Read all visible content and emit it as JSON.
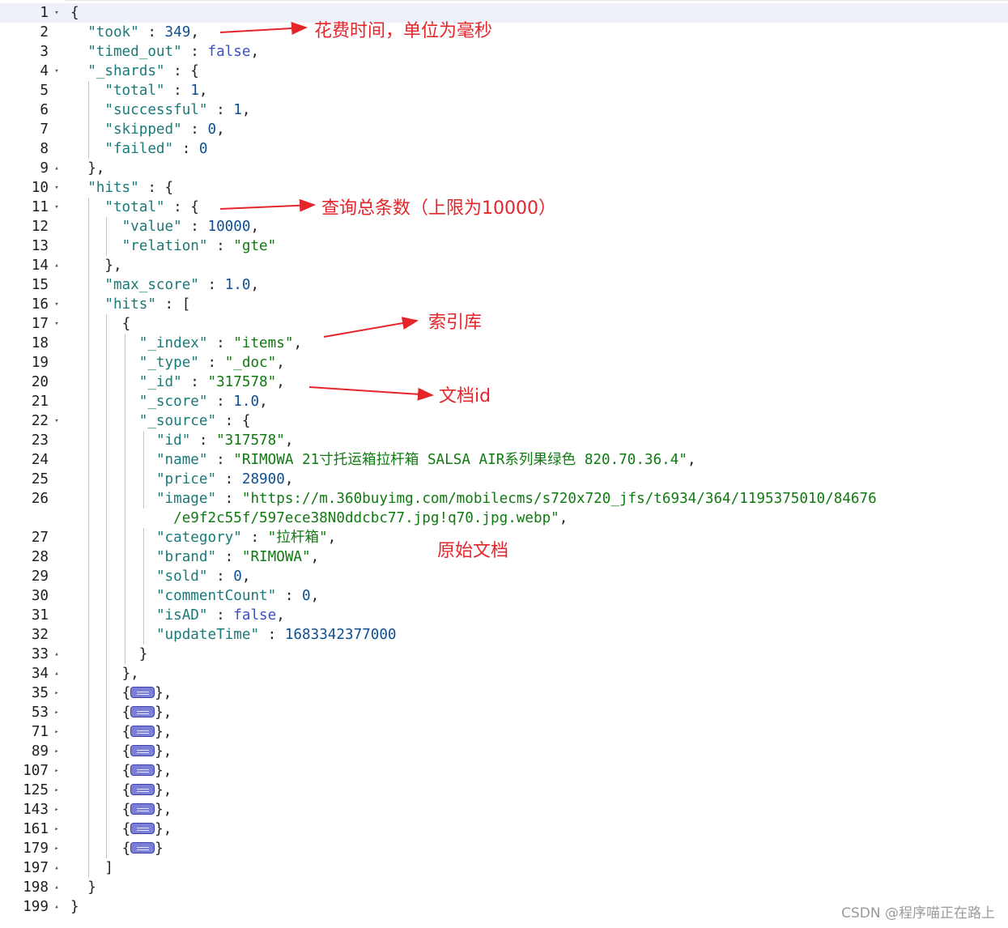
{
  "lines": [
    {
      "ln": "1",
      "fold": "▾",
      "html": "<span class='p'>{</span>"
    },
    {
      "ln": "2",
      "fold": "",
      "html": "  <span class='k'>\"took\"</span><span class='p'> : </span><span class='n'>349</span><span class='p'>,</span>"
    },
    {
      "ln": "3",
      "fold": "",
      "html": "  <span class='k'>\"timed_out\"</span><span class='p'> : </span><span class='b'>false</span><span class='p'>,</span>"
    },
    {
      "ln": "4",
      "fold": "▾",
      "html": "  <span class='k'>\"_shards\"</span><span class='p'> : {</span>"
    },
    {
      "ln": "5",
      "fold": "",
      "html": "    <span class='k'>\"total\"</span><span class='p'> : </span><span class='n'>1</span><span class='p'>,</span>"
    },
    {
      "ln": "6",
      "fold": "",
      "html": "    <span class='k'>\"successful\"</span><span class='p'> : </span><span class='n'>1</span><span class='p'>,</span>"
    },
    {
      "ln": "7",
      "fold": "",
      "html": "    <span class='k'>\"skipped\"</span><span class='p'> : </span><span class='n'>0</span><span class='p'>,</span>"
    },
    {
      "ln": "8",
      "fold": "",
      "html": "    <span class='k'>\"failed\"</span><span class='p'> : </span><span class='n'>0</span>"
    },
    {
      "ln": "9",
      "fold": "▴",
      "html": "  <span class='p'>},</span>"
    },
    {
      "ln": "10",
      "fold": "▾",
      "html": "  <span class='k'>\"hits\"</span><span class='p'> : {</span>"
    },
    {
      "ln": "11",
      "fold": "▾",
      "html": "    <span class='k'>\"total\"</span><span class='p'> : {</span>"
    },
    {
      "ln": "12",
      "fold": "",
      "html": "      <span class='k'>\"value\"</span><span class='p'> : </span><span class='n'>10000</span><span class='p'>,</span>"
    },
    {
      "ln": "13",
      "fold": "",
      "html": "      <span class='k'>\"relation\"</span><span class='p'> : </span><span class='s'>\"gte\"</span>"
    },
    {
      "ln": "14",
      "fold": "▴",
      "html": "    <span class='p'>},</span>"
    },
    {
      "ln": "15",
      "fold": "",
      "html": "    <span class='k'>\"max_score\"</span><span class='p'> : </span><span class='n'>1.0</span><span class='p'>,</span>"
    },
    {
      "ln": "16",
      "fold": "▾",
      "html": "    <span class='k'>\"hits\"</span><span class='p'> : [</span>"
    },
    {
      "ln": "17",
      "fold": "▾",
      "html": "      <span class='p'>{</span>"
    },
    {
      "ln": "18",
      "fold": "",
      "html": "        <span class='k'>\"_index\"</span><span class='p'> : </span><span class='s'>\"items\"</span><span class='p'>,</span>"
    },
    {
      "ln": "19",
      "fold": "",
      "html": "        <span class='k'>\"_type\"</span><span class='p'> : </span><span class='s'>\"_doc\"</span><span class='p'>,</span>"
    },
    {
      "ln": "20",
      "fold": "",
      "html": "        <span class='k'>\"_id\"</span><span class='p'> : </span><span class='s'>\"317578\"</span><span class='p'>,</span>"
    },
    {
      "ln": "21",
      "fold": "",
      "html": "        <span class='k'>\"_score\"</span><span class='p'> : </span><span class='n'>1.0</span><span class='p'>,</span>"
    },
    {
      "ln": "22",
      "fold": "▾",
      "html": "        <span class='k'>\"_source\"</span><span class='p'> : {</span>"
    },
    {
      "ln": "23",
      "fold": "",
      "html": "          <span class='k'>\"id\"</span><span class='p'> : </span><span class='s'>\"317578\"</span><span class='p'>,</span>"
    },
    {
      "ln": "24",
      "fold": "",
      "html": "          <span class='k'>\"name\"</span><span class='p'> : </span><span class='s'>\"RIMOWA 21寸托运箱拉杆箱 SALSA AIR系列果绿色 820.70.36.4\"</span><span class='p'>,</span>"
    },
    {
      "ln": "25",
      "fold": "",
      "html": "          <span class='k'>\"price\"</span><span class='p'> : </span><span class='n'>28900</span><span class='p'>,</span>"
    },
    {
      "ln": "26",
      "fold": "",
      "html": "          <span class='k'>\"image\"</span><span class='p'> : </span><span class='s'>\"https://m.360buyimg.com/mobilecms/s720x720_jfs/t6934/364/1195375010/84676</span>"
    },
    {
      "ln": "",
      "fold": "",
      "html": "            <span class='s'>/e9f2c55f/597ece38N0ddcbc77.jpg!q70.jpg.webp\"</span><span class='p'>,</span>"
    },
    {
      "ln": "27",
      "fold": "",
      "html": "          <span class='k'>\"category\"</span><span class='p'> : </span><span class='s'>\"拉杆箱\"</span><span class='p'>,</span>"
    },
    {
      "ln": "28",
      "fold": "",
      "html": "          <span class='k'>\"brand\"</span><span class='p'> : </span><span class='s'>\"RIMOWA\"</span><span class='p'>,</span>"
    },
    {
      "ln": "29",
      "fold": "",
      "html": "          <span class='k'>\"sold\"</span><span class='p'> : </span><span class='n'>0</span><span class='p'>,</span>"
    },
    {
      "ln": "30",
      "fold": "",
      "html": "          <span class='k'>\"commentCount\"</span><span class='p'> : </span><span class='n'>0</span><span class='p'>,</span>"
    },
    {
      "ln": "31",
      "fold": "",
      "html": "          <span class='k'>\"isAD\"</span><span class='p'> : </span><span class='b'>false</span><span class='p'>,</span>"
    },
    {
      "ln": "32",
      "fold": "",
      "html": "          <span class='k'>\"updateTime\"</span><span class='p'> : </span><span class='n'>1683342377000</span>"
    },
    {
      "ln": "33",
      "fold": "▴",
      "html": "        <span class='p'>}</span>"
    },
    {
      "ln": "34",
      "fold": "▴",
      "html": "      <span class='p'>},</span>"
    },
    {
      "ln": "35",
      "fold": "▸",
      "html": "      <span class='p'>{</span><span class='collapsed'></span><span class='p'>},</span>"
    },
    {
      "ln": "53",
      "fold": "▸",
      "html": "      <span class='p'>{</span><span class='collapsed'></span><span class='p'>},</span>"
    },
    {
      "ln": "71",
      "fold": "▸",
      "html": "      <span class='p'>{</span><span class='collapsed'></span><span class='p'>},</span>"
    },
    {
      "ln": "89",
      "fold": "▸",
      "html": "      <span class='p'>{</span><span class='collapsed'></span><span class='p'>},</span>"
    },
    {
      "ln": "107",
      "fold": "▸",
      "html": "      <span class='p'>{</span><span class='collapsed'></span><span class='p'>},</span>"
    },
    {
      "ln": "125",
      "fold": "▸",
      "html": "      <span class='p'>{</span><span class='collapsed'></span><span class='p'>},</span>"
    },
    {
      "ln": "143",
      "fold": "▸",
      "html": "      <span class='p'>{</span><span class='collapsed'></span><span class='p'>},</span>"
    },
    {
      "ln": "161",
      "fold": "▸",
      "html": "      <span class='p'>{</span><span class='collapsed'></span><span class='p'>},</span>"
    },
    {
      "ln": "179",
      "fold": "▸",
      "html": "      <span class='p'>{</span><span class='collapsed'></span><span class='p'>}</span>"
    },
    {
      "ln": "197",
      "fold": "▴",
      "html": "    <span class='p'>]</span>"
    },
    {
      "ln": "198",
      "fold": "▴",
      "html": "  <span class='p'>}</span>"
    },
    {
      "ln": "199",
      "fold": "▴",
      "html": "<span class='p'>}</span>"
    }
  ],
  "annotations": {
    "took": "花费时间，单位为毫秒",
    "total": "查询总条数（上限为10000）",
    "index": "索引库",
    "id": "文档id",
    "source": "原始文档"
  },
  "watermark": "CSDN @程序喵正在路上",
  "colors": {
    "annotation": "#e4252a",
    "key": "#1a7a78",
    "string": "#0f7a10",
    "number": "#0d4f92",
    "boolean": "#3b4ec9"
  }
}
